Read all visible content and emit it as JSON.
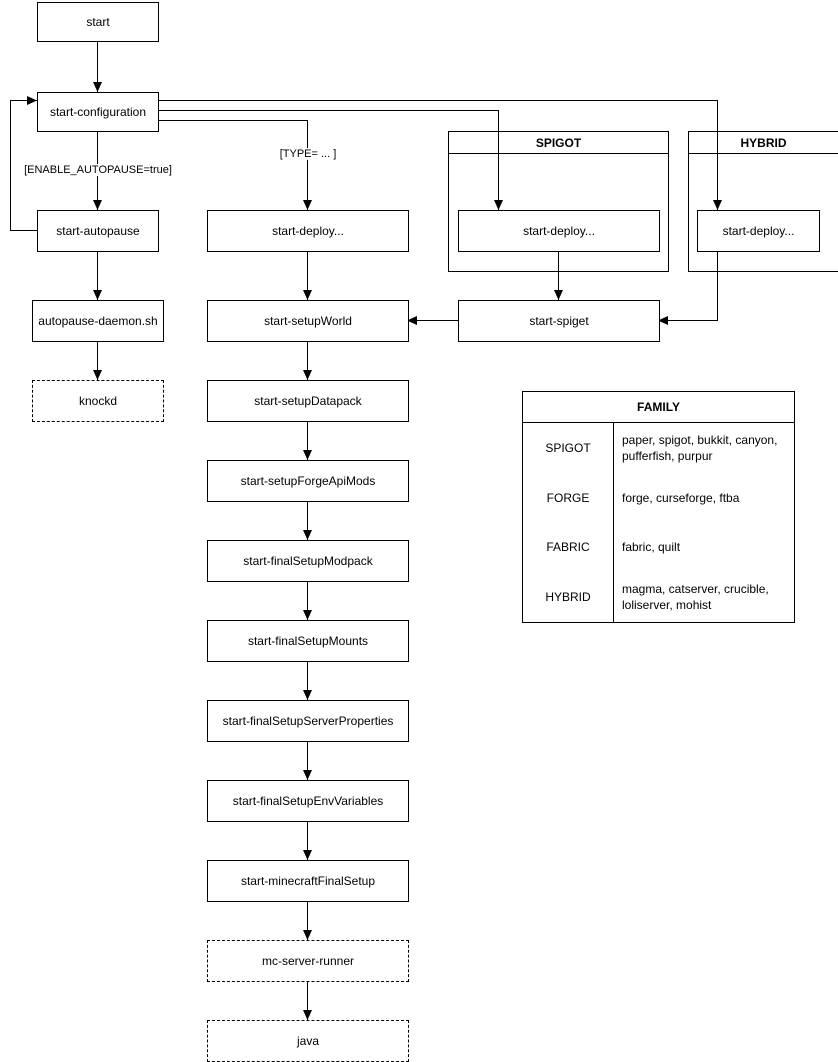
{
  "diagram": {
    "nodes": {
      "start": "start",
      "start_configuration": "start-configuration",
      "start_autopause": "start-autopause",
      "autopause_daemon_sh": "autopause-daemon.sh",
      "knockd": "knockd",
      "start_deploy": "start-deploy...",
      "start_setup_world": "start-setupWorld",
      "start_setup_datapack": "start-setupDatapack",
      "start_setup_forge_api_mods": "start-setupForgeApiMods",
      "start_final_setup_modpack": "start-finalSetupModpack",
      "start_final_setup_mounts": "start-finalSetupMounts",
      "start_final_setup_server_properties": "start-finalSetupServerProperties",
      "start_final_setup_env_variables": "start-finalSetupEnvVariables",
      "start_minecraft_final_setup": "start-minecraftFinalSetup",
      "mc_server_runner": "mc-server-runner",
      "java": "java",
      "spigot_start_deploy": "start-deploy...",
      "hybrid_start_deploy": "start-deploy...",
      "start_spiget": "start-spiget"
    },
    "groups": {
      "spigot": "SPIGOT",
      "hybrid": "HYBRID"
    },
    "edge_labels": {
      "enable_autopause": "[ENABLE_AUTOPAUSE=true]",
      "type": "[TYPE= ... ]"
    },
    "family_table": {
      "title": "FAMILY",
      "rows": [
        {
          "name": "SPIGOT",
          "values": "paper, spigot, bukkit, canyon, pufferfish, purpur"
        },
        {
          "name": "FORGE",
          "values": "forge, curseforge, ftba"
        },
        {
          "name": "FABRIC",
          "values": "fabric, quilt"
        },
        {
          "name": "HYBRID",
          "values": "magma, catserver, crucible, loliserver, mohist"
        }
      ]
    },
    "colors": {
      "stroke": "#000000",
      "background": "#ffffff"
    }
  }
}
